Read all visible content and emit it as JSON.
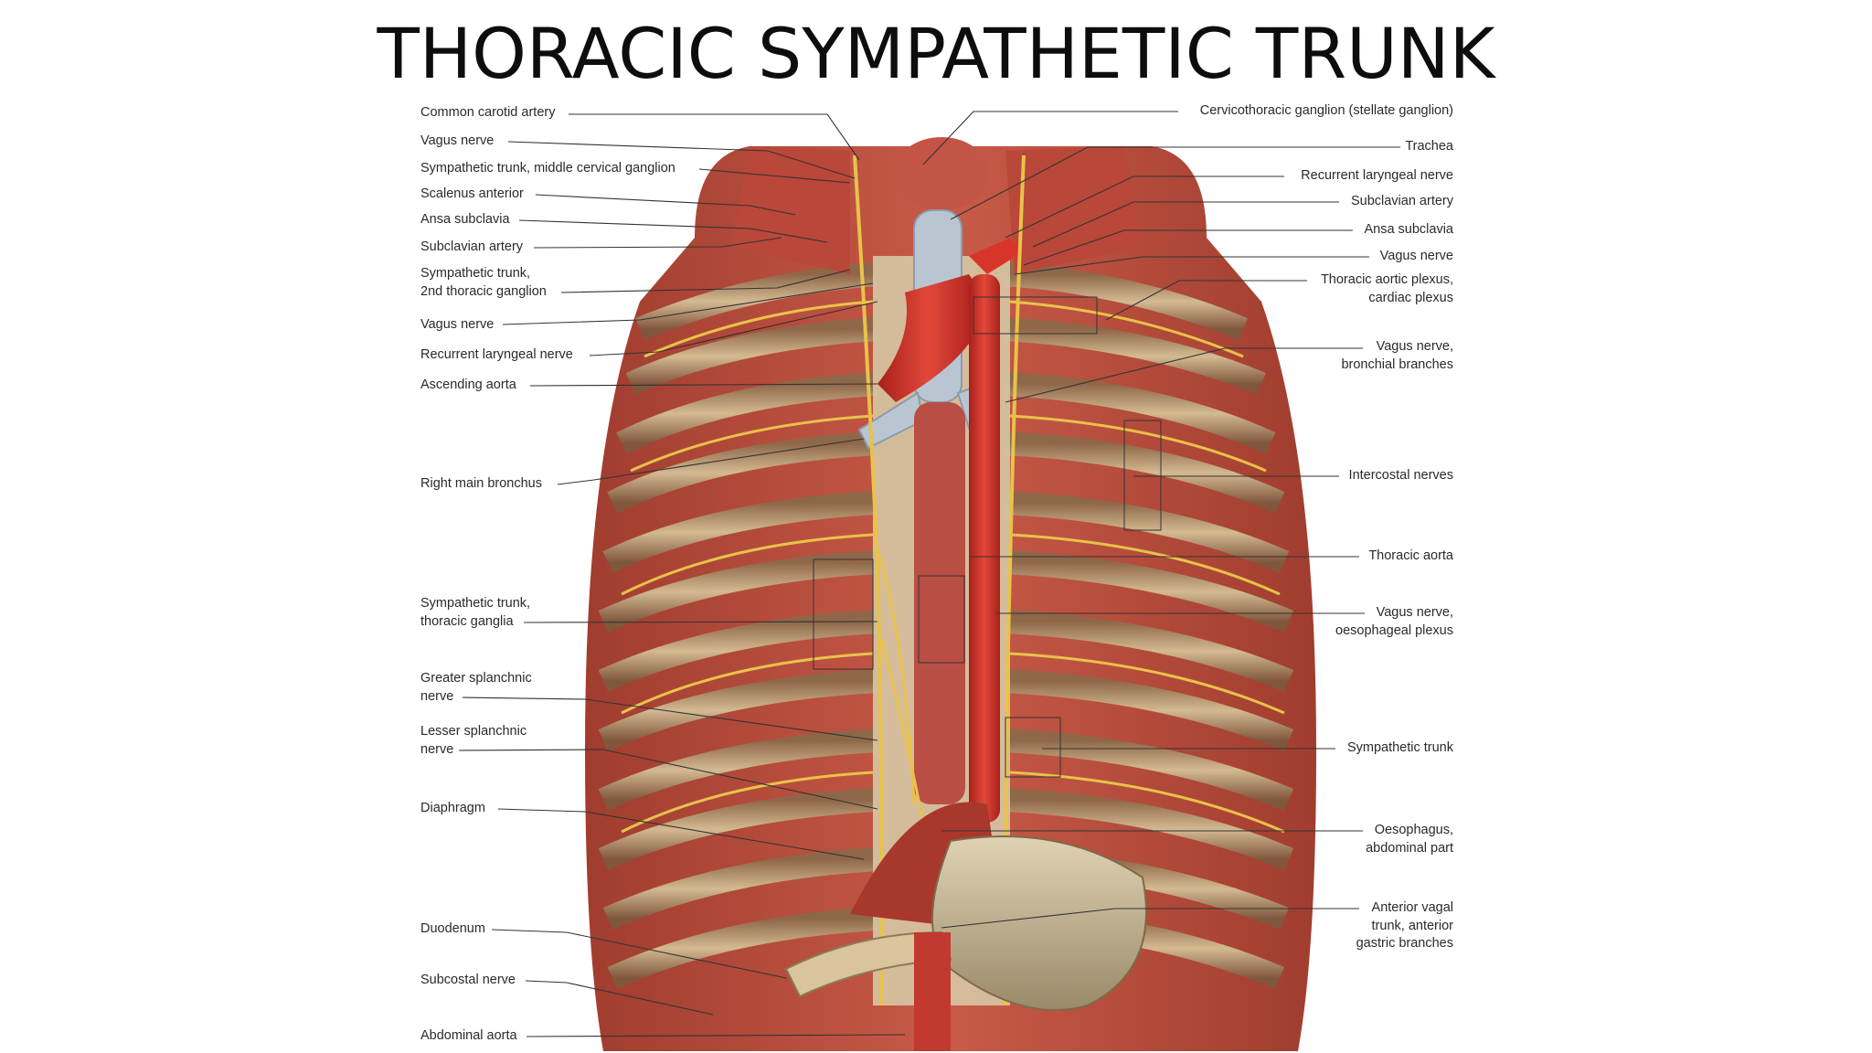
{
  "title": "THORACIC SYMPATHETIC TRUNK",
  "colors": {
    "muscle": "#b84a3a",
    "rib_band": "#c9b48c",
    "nerve": "#e8c24a",
    "aorta": "#d8352a",
    "trachea": "#b9c6d2",
    "leader_line": "#333333"
  },
  "labels_left": [
    "Common carotid artery",
    "Vagus nerve",
    "Sympathetic trunk, middle cervical ganglion",
    "Scalenus anterior",
    "Ansa subclavia",
    "Subclavian artery",
    "Sympathetic trunk,\n2nd thoracic ganglion",
    "Vagus nerve",
    "Recurrent laryngeal nerve",
    "Ascending aorta",
    "Right main bronchus",
    "Sympathetic trunk,\nthoracic ganglia",
    "Greater splanchnic\nnerve",
    "Lesser splanchnic\nnerve",
    "Diaphragm",
    "Duodenum",
    "Subcostal nerve",
    "Abdominal aorta"
  ],
  "labels_right": [
    "Cervicothoracic ganglion (stellate ganglion)",
    "Trachea",
    "Recurrent laryngeal nerve",
    "Subclavian artery",
    "Ansa subclavia",
    "Vagus nerve",
    "Thoracic aortic plexus,\ncardiac plexus",
    "Vagus nerve,\nbronchial branches",
    "Intercostal nerves",
    "Thoracic aorta",
    "Vagus nerve,\noesophageal plexus",
    "Sympathetic trunk",
    "Oesophagus,\nabdominal part",
    "Anterior vagal\ntrunk, anterior\ngastric  branches"
  ]
}
